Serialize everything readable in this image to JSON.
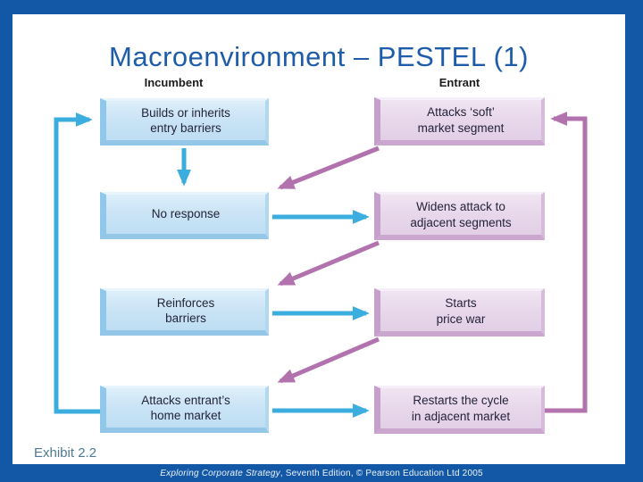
{
  "slide": {
    "title": "Macroenvironment – PESTEL (1)",
    "exhibit_label": "Exhibit 2.2",
    "footer": {
      "book_title": "Exploring Corporate Strategy",
      "edition": ", Seventh Edition, © Pearson Education Ltd 2005"
    }
  },
  "diagram": {
    "columns": [
      {
        "label": "Incumbent"
      },
      {
        "label": "Entrant"
      }
    ],
    "incumbent": [
      {
        "label": "Builds or inherits\nentry barriers"
      },
      {
        "label": "No response"
      },
      {
        "label": "Reinforces\nbarriers"
      },
      {
        "label": "Attacks entrant’s\nhome market"
      }
    ],
    "entrant": [
      {
        "label": "Attacks ‘soft’\nmarket segment"
      },
      {
        "label": "Widens attack to\nadjacent segments"
      },
      {
        "label": "Starts\nprice war"
      },
      {
        "label": "Restarts the cycle\nin adjacent market"
      }
    ],
    "arrows": [
      {
        "name": "builds-barriers-to-no-response",
        "color": "blue",
        "style": "vertical-down"
      },
      {
        "name": "no-response-to-widens-attack",
        "color": "blue",
        "style": "horizontal-right"
      },
      {
        "name": "reinforces-barriers-to-price-war",
        "color": "blue",
        "style": "horizontal-right"
      },
      {
        "name": "attacks-home-to-restarts-cycle",
        "color": "blue",
        "style": "horizontal-right"
      },
      {
        "name": "attacks-home-loop-back-to-builds-barriers",
        "color": "blue",
        "style": "left-feedback-loop"
      },
      {
        "name": "attacks-soft-to-no-response",
        "color": "purple",
        "style": "diagonal-down-left"
      },
      {
        "name": "widens-attack-to-reinforces-barriers",
        "color": "purple",
        "style": "diagonal-down-left"
      },
      {
        "name": "price-war-to-attacks-home",
        "color": "purple",
        "style": "diagonal-down-left"
      },
      {
        "name": "restarts-cycle-loop-back-to-attacks-soft",
        "color": "purple",
        "style": "right-feedback-loop"
      }
    ],
    "colors": {
      "frame_blue": "#1358A7",
      "title_blue": "#1D5CA9",
      "incumbent_box_fill": "#CDE6F7",
      "entrant_box_fill": "#E9D9EC",
      "arrow_blue": "#3BADDE",
      "arrow_purple": "#B172AE",
      "exhibit_text": "#4E7A93",
      "footer_text": "#EEF3FB"
    }
  }
}
